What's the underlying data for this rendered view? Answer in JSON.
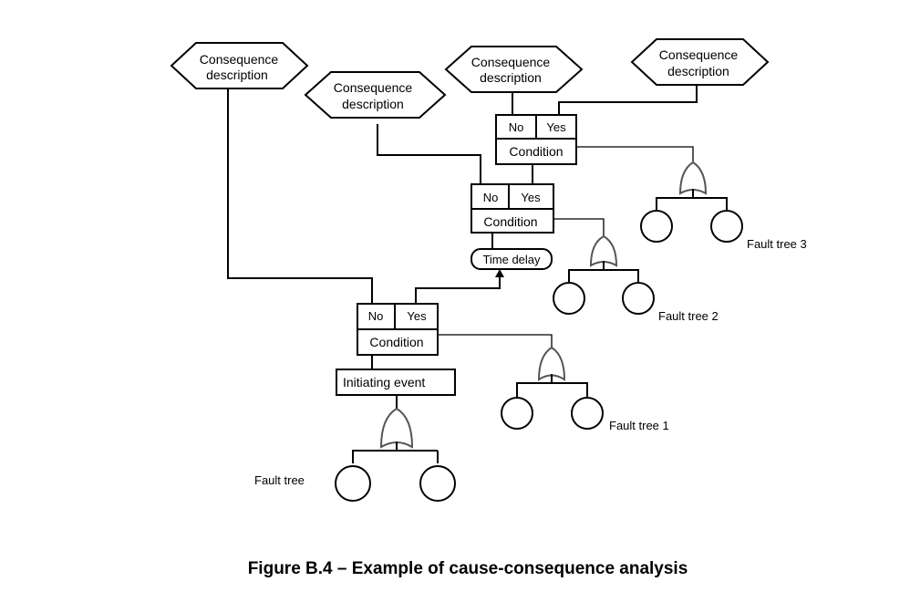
{
  "consequences": [
    {
      "line1": "Consequence",
      "line2": "description"
    },
    {
      "line1": "Consequence",
      "line2": "description"
    },
    {
      "line1": "Consequence",
      "line2": "description"
    },
    {
      "line1": "Consequence",
      "line2": "description"
    }
  ],
  "condition_blocks": [
    {
      "no": "No",
      "yes": "Yes",
      "condition": "Condition"
    },
    {
      "no": "No",
      "yes": "Yes",
      "condition": "Condition"
    },
    {
      "no": "No",
      "yes": "Yes",
      "condition": "Condition"
    }
  ],
  "time_delay": "Time delay",
  "initiating_event": "Initiating event",
  "fault_trees": {
    "main": "Fault tree",
    "ft1": "Fault tree 1",
    "ft2": "Fault tree 2",
    "ft3": "Fault tree 3"
  },
  "caption": "Figure B.4 – Example of cause-consequence analysis"
}
